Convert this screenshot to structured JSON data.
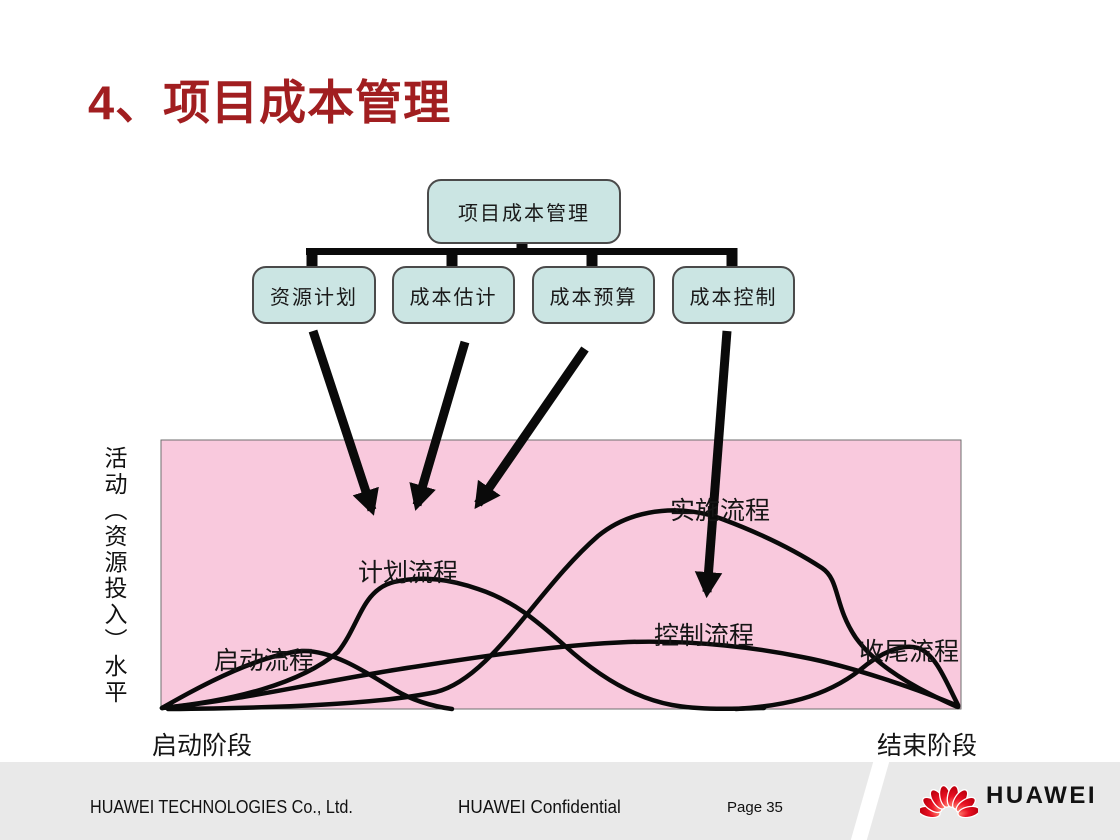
{
  "slide": {
    "title": "4、项目成本管理"
  },
  "org_chart": {
    "root": {
      "label": "项目成本管理"
    },
    "children": [
      {
        "label": "资源计划"
      },
      {
        "label": "成本估计"
      },
      {
        "label": "成本预算"
      },
      {
        "label": "成本控制"
      }
    ]
  },
  "process_chart": {
    "y_axis_label": "活动（资源投入）水平",
    "x_axis_start_label": "启动阶段",
    "x_axis_end_label": "结束阶段",
    "curves": [
      {
        "id": "initiating",
        "label": "启动流程"
      },
      {
        "id": "planning",
        "label": "计划流程"
      },
      {
        "id": "executing",
        "label": "实施流程"
      },
      {
        "id": "controlling",
        "label": "控制流程"
      },
      {
        "id": "closing",
        "label": "收尾流程"
      }
    ],
    "arrows_from": [
      "资源计划",
      "成本估计",
      "成本预算",
      "成本控制"
    ]
  },
  "footer": {
    "company": "HUAWEI TECHNOLOGIES Co., Ltd.",
    "confidential": "HUAWEI Confidential",
    "page": "Page 35",
    "logo_text": "HUAWEI"
  },
  "colors": {
    "title_red": "#A11E20",
    "node_fill": "#CBE5E3",
    "node_border": "#4A4A4A",
    "process_area_pink": "#F9C9DD",
    "line_black": "#0A0A0A",
    "footer_gray": "#E9E9E9",
    "huawei_red": "#E60012"
  }
}
